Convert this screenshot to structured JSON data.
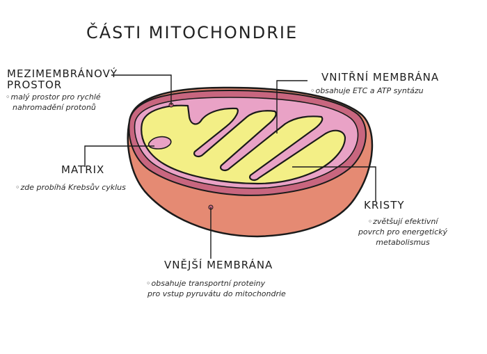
{
  "title": "ČÁSTI MITOCHONDRIE",
  "labels": {
    "intermembrane": {
      "name_line1": "MEZIMEMBRÁNOVÝ",
      "name_line2": "PROSTOR",
      "desc_line1": "malý prostor pro rychlé",
      "desc_line2": "nahromadění protonů"
    },
    "matrix": {
      "name": "MATRIX",
      "desc": "zde probíhá Krebsův cyklus"
    },
    "inner_membrane": {
      "name": "VNITŘNÍ MEMBRÁNA",
      "desc": "obsahuje ETC a ATP syntázu"
    },
    "cristae": {
      "name": "KRISTY",
      "desc_line1": "zvětšují efektivní",
      "desc_line2": "povrch pro energetický",
      "desc_line3": "metabolismus"
    },
    "outer_membrane": {
      "name": "VNĚJŠÍ MEMBRÁNA",
      "desc_line1": "obsahuje transportní proteiny",
      "desc_line2": "pro vstup pyruvátu do mitochondrie"
    }
  },
  "colors": {
    "outer_body": "#e58a73",
    "outer_top": "#c8667f",
    "intermembrane": "#e9a2c6",
    "matrix": "#f3ef86",
    "ink": "#1a1a1a"
  }
}
